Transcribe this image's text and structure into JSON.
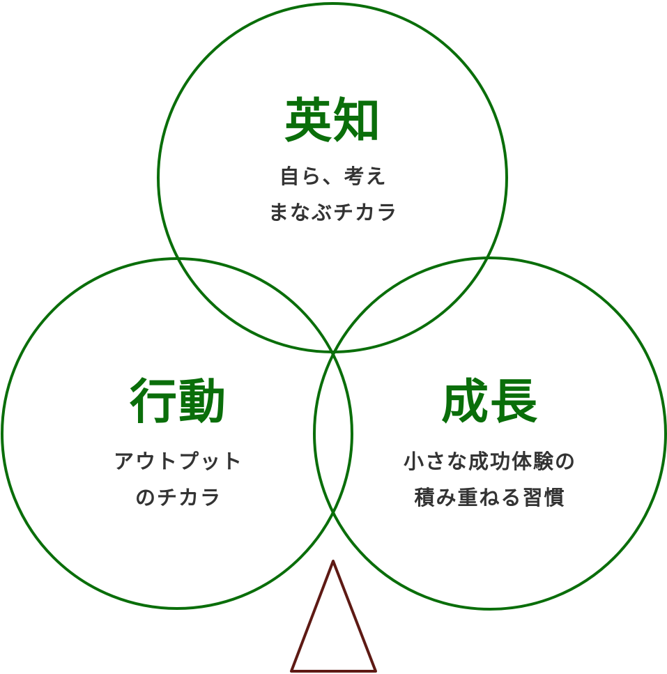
{
  "colors": {
    "circle": "#0a6e0a",
    "title": "#0a6e0a",
    "triangle": "#5e1a14",
    "text": "#333333"
  },
  "circles": [
    {
      "title": "英知",
      "lines": [
        "自ら、考え",
        "まなぶチカラ"
      ]
    },
    {
      "title": "行動",
      "lines": [
        "アウトプット",
        "のチカラ"
      ]
    },
    {
      "title": "成長",
      "lines": [
        "小さな成功体験の",
        "積み重ねる習慣"
      ]
    }
  ]
}
